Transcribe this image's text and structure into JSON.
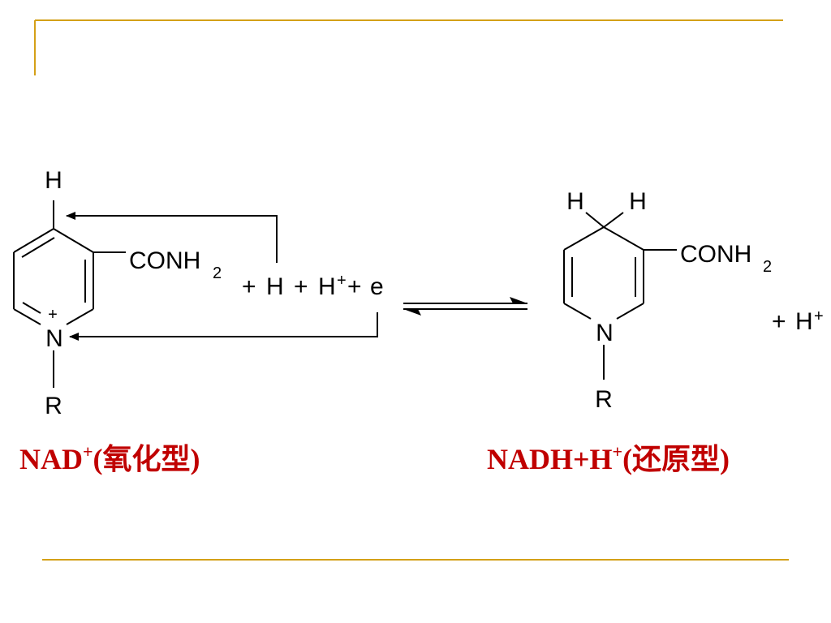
{
  "colors": {
    "frame": "#d4a017",
    "caption": "#c00000",
    "structure": "#000000"
  },
  "oxidized": {
    "h_top": "H",
    "conh2_main": "CONH",
    "conh2_sub": "2",
    "n": "N",
    "n_charge": "+",
    "r": "R",
    "caption_main": "NAD",
    "caption_sup": "+",
    "caption_tail": "(氧化型)"
  },
  "reagents": {
    "plus1": "+",
    "h": "H",
    "plus2": "+",
    "hplus": "H",
    "hplus_charge": "+",
    "plus3": "+",
    "e": "e"
  },
  "reduced": {
    "h_left": "H",
    "h_right": "H",
    "conh2_main": "CONH",
    "conh2_sub": "2",
    "n": "N",
    "r": "R",
    "side_plus": "+",
    "side_h": "H",
    "side_h_charge": "+",
    "caption_main": "NADH+H",
    "caption_sup": "+",
    "caption_tail": "(还原型)"
  }
}
